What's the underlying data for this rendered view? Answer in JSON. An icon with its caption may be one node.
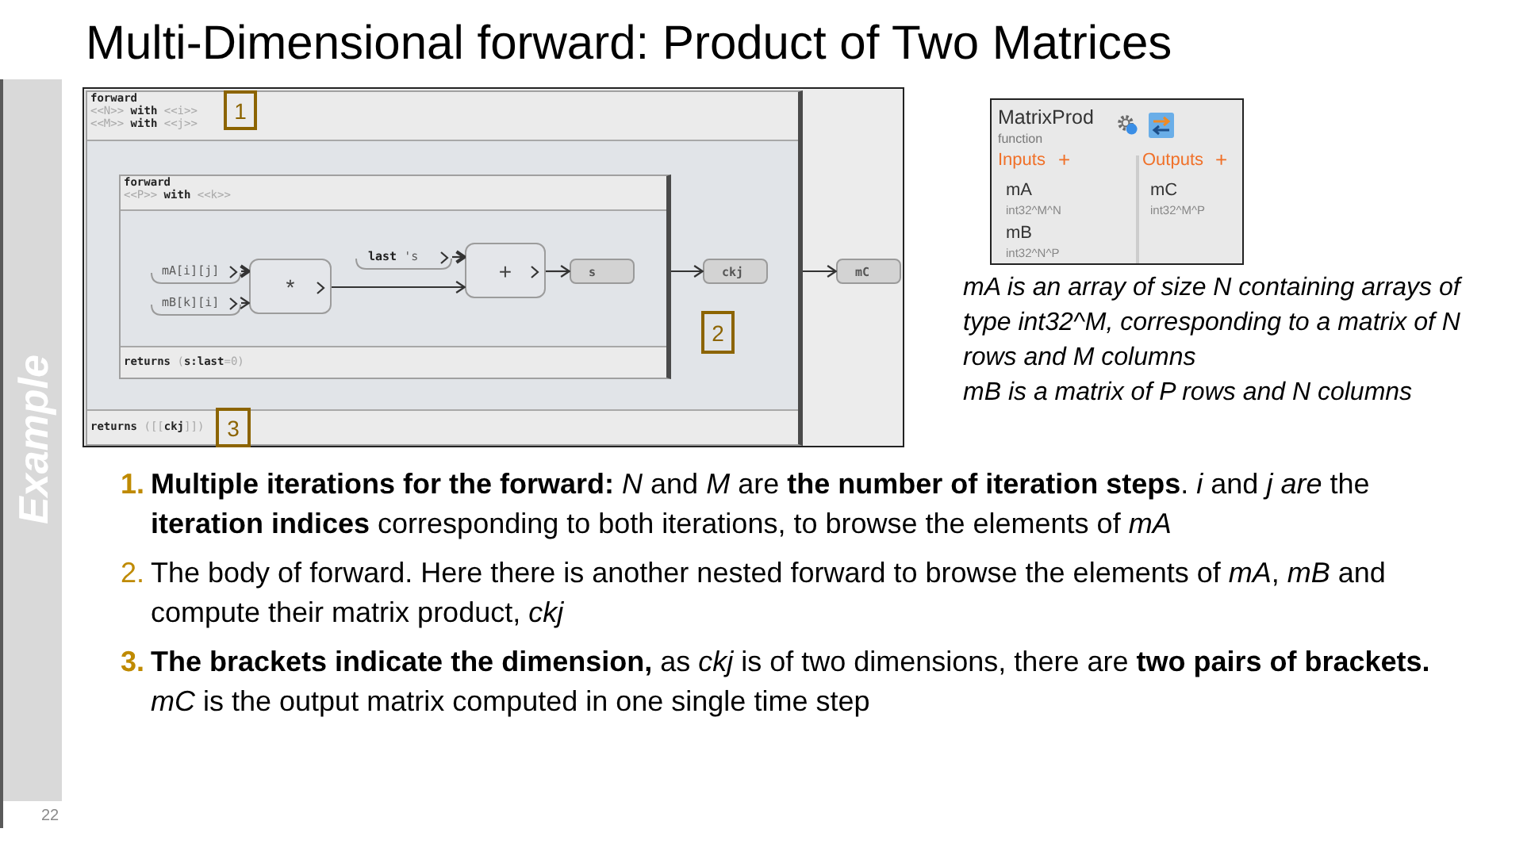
{
  "diagram": {
    "title": "Multi-Dimensional forward: Product of Two Matrices",
    "nodes": [
      {
        "text": [],
        "shape": "box"
      },
      {
        "text": [
          "forward",
          "<<N>> **with** <<i>>",
          "<<M>> **with** <<j>>",
          "**returns** ([[**ckj**]])"
        ],
        "in": 0
      },
      {
        "text": [
          "forward",
          "<<P>> **with** <<k>>",
          "**returns** (**s:last**=0)"
        ],
        "in": 1
      },
      {
        "text": [
          "mA[i][j]"
        ],
        "in": 2
      },
      {
        "text": [
          "mB[k][i]"
        ],
        "in": 2
      },
      {
        "text": [
          "*"
        ],
        "in": 2
      },
      {
        "text": [
          "**last** 's"
        ],
        "in": 2
      },
      {
        "text": [
          "+"
        ],
        "in": 2
      },
      {
        "text": [
          "s"
        ],
        "in": 2
      },
      {
        "text": [
          "ckj"
        ],
        "in": 1
      },
      {
        "text": [
          "mC"
        ],
        "in": 0
      },
      {
        "text": [
          "MatrixProd",
          "function",
          "Inputs",
          "+",
          "Outputs",
          "+",
          "mA",
          "int32^M^N",
          "mB",
          "int32^N^P",
          "mC",
          "int32^M^P"
        ]
      },
      {
        "text": [
          "Example"
        ]
      }
    ],
    "edges": [
      {
        "from": 3,
        "to": 5,
        "arrow": "to"
      },
      {
        "from": 4,
        "to": 5,
        "arrow": "to"
      },
      {
        "from": 5,
        "to": 7,
        "arrow": "to"
      },
      {
        "from": 6,
        "to": 7,
        "arrow": "to"
      },
      {
        "from": 7,
        "to": 8,
        "arrow": "to"
      },
      {
        "from": 2,
        "to": 9,
        "arrow": "to"
      },
      {
        "from": 1,
        "to": 10,
        "arrow": "to"
      }
    ],
    "labels": [
      "1",
      "2",
      "3",
      "mA is an array of size N containing arrays of type int32^M, corresponding to a matrix of N rows and M columns",
      "mB is a matrix of P rows and N columns",
      "1.",
      "**Multiple iterations for the forward:** *N* and *M* are **the number of iteration steps**. *i* and *j* *are* the **iteration indices** corresponding to both iterations, to browse the elements of *mA*",
      "2.",
      "The body of forward. Here there is another nested forward to browse the elements of *mA*, *mB* and compute their matrix product, *ckj*",
      "3.",
      "**The brackets indicate the dimension,** as *ckj* is of two dimensions, there are **two pairs of brackets.** *mC* is the output matrix computed in one single time step",
      "22"
    ]
  }
}
